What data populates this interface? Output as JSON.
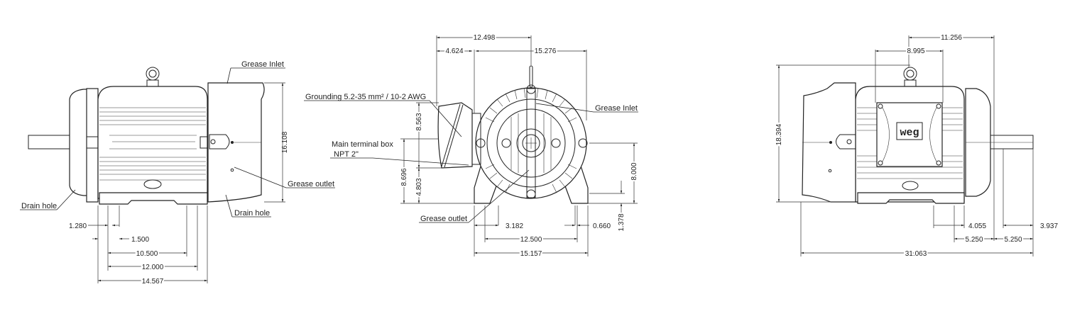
{
  "side_view": {
    "labels": {
      "grease_inlet": "Grease Inlet",
      "grease_outlet": "Grease outlet",
      "drain_hole_left": "Drain hole",
      "drain_hole_right": "Drain hole"
    },
    "dims": {
      "height": "16.108",
      "d1": "1.280",
      "d2": "1.500",
      "d3": "10.500",
      "d4": "12.000",
      "d5": "14.567"
    }
  },
  "front_view": {
    "labels": {
      "grounding": "Grounding 5.2-35 mm² / 10-2 AWG",
      "terminal_box": "Main terminal box",
      "terminal_thread": "NPT 2\"",
      "grease_inlet": "Grease Inlet",
      "grease_outlet": "Grease outlet"
    },
    "dims": {
      "top1": "12.498",
      "top2": "4.624",
      "top3": "15.276",
      "v1": "8.563",
      "v2": "8.696",
      "v3": "4.803",
      "shaft_height": "8.000",
      "foot_h": "1.378",
      "b1": "3.182",
      "b2": "0.660",
      "b3": "12.500",
      "b4": "15.157"
    }
  },
  "rear_view": {
    "logo": "weg",
    "dims": {
      "top1": "11.256",
      "top2": "8.995",
      "height": "18.394",
      "overall": "31.063",
      "b1": "5.250",
      "b2": "5.250",
      "b3": "4.055",
      "b4": "3.937"
    }
  }
}
